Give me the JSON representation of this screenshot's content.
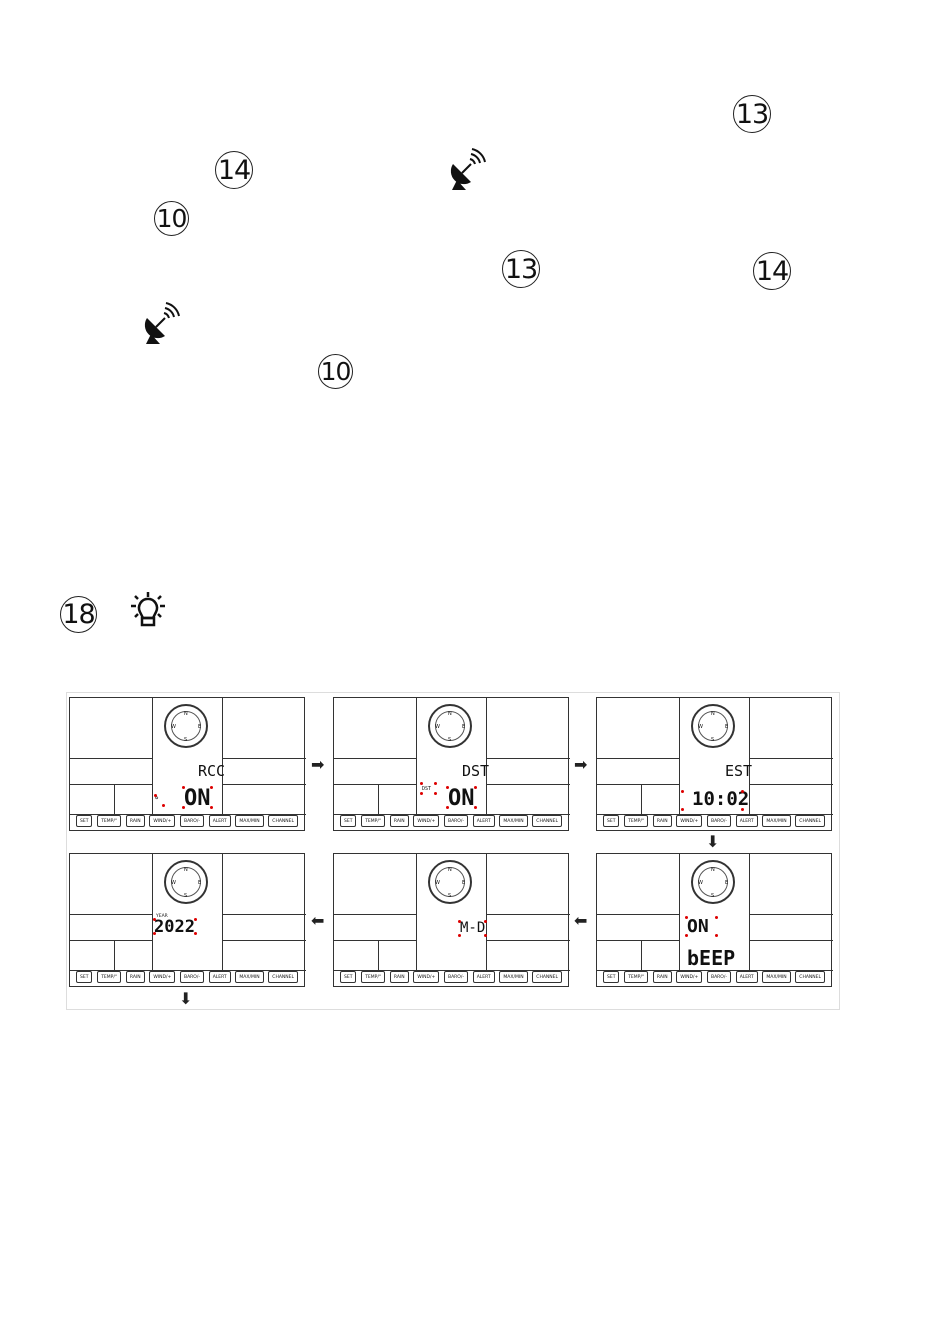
{
  "markers": {
    "m13a": "13",
    "m14a": "14",
    "m10a": "10",
    "m13b": "13",
    "m14b": "14",
    "m10b": "10",
    "m18": "18"
  },
  "icons": {
    "antenna": "satellite-dish-antenna-icon",
    "backlight": "light-bulb-icon"
  },
  "buttons": [
    "SET",
    "TEMP/°",
    "RAIN",
    "WIND/+",
    "BARO/-",
    "ALERT",
    "MAX/MIN",
    "CHANNEL"
  ],
  "compass_dirs": {
    "n": "N",
    "s": "S",
    "e": "E",
    "w": "W"
  },
  "screens": {
    "s1": {
      "top": "RCC",
      "main": "ON",
      "flag": "°"
    },
    "s2": {
      "top": "DST",
      "main": "ON",
      "flag": "DST"
    },
    "s3": {
      "top": "EST",
      "main": "10:02"
    },
    "s4": {
      "year_label": "YEAR",
      "main": "2022"
    },
    "s5": {
      "main": "M-D"
    },
    "s6": {
      "top": "ON",
      "main": "bEEP"
    }
  },
  "arrows": {
    "right": "➡",
    "left": "⬅",
    "down": "⬇"
  }
}
